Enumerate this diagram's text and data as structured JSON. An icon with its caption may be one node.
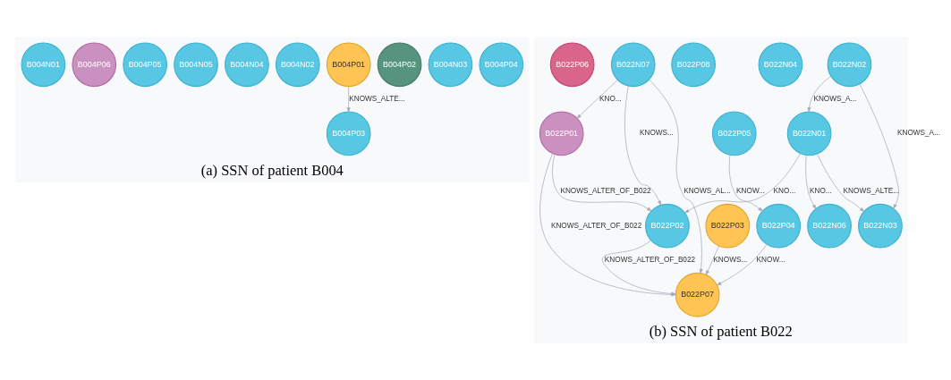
{
  "diagram": {
    "nodes": [
      {
        "text": [
          "(a) SSN of patient B004"
        ]
      },
      {
        "text": [
          "B004P04"
        ],
        "in": 0
      },
      {
        "text": [
          "B004N03"
        ],
        "in": 0
      },
      {
        "text": [
          "B004P02"
        ],
        "in": 0
      },
      {
        "text": [
          "B004P01"
        ],
        "in": 0
      },
      {
        "text": [
          "B004N02"
        ],
        "in": 0
      },
      {
        "text": [
          "B004N04"
        ],
        "in": 0
      },
      {
        "text": [
          "B004N05"
        ],
        "in": 0
      },
      {
        "text": [
          "B004P03"
        ],
        "in": 0
      },
      {
        "text": [
          "B004P05"
        ],
        "in": 0
      },
      {
        "text": [
          "B004P06"
        ],
        "in": 0
      },
      {
        "text": [
          "B004N01"
        ],
        "in": 0
      },
      {
        "text": [
          "(b) SSN of patient B022"
        ]
      },
      {
        "text": [
          "B022N03"
        ],
        "in": 12
      },
      {
        "text": [
          "B022N02"
        ],
        "in": 12
      },
      {
        "text": [
          "B022N01"
        ],
        "in": 12
      },
      {
        "text": [
          "B022N06"
        ],
        "in": 12
      },
      {
        "text": [
          "B022P05"
        ],
        "in": 12
      },
      {
        "text": [
          "B022N04"
        ],
        "in": 12
      },
      {
        "text": [
          "B022P03"
        ],
        "in": 12
      },
      {
        "text": [
          "B022P04"
        ],
        "in": 12
      },
      {
        "text": [
          "B022P02"
        ],
        "in": 12
      },
      {
        "text": [
          "B022P08"
        ],
        "in": 12
      },
      {
        "text": [
          "B022N07"
        ],
        "in": 12
      },
      {
        "text": [
          "B022P07"
        ],
        "in": 12
      },
      {
        "text": [
          "B022P06"
        ],
        "in": 12
      },
      {
        "text": [
          "B022P01"
        ],
        "in": 12
      }
    ],
    "edges": [
      {
        "from": 4,
        "to": 8,
        "arrow": "to",
        "label": "KNOWS_ALTE..."
      },
      {
        "from": 15,
        "to": 13,
        "arrow": "to",
        "label": "KNOWS_ALTE..."
      },
      {
        "from": 14,
        "to": 13,
        "arrow": "to",
        "label": "KNOWS_A..."
      },
      {
        "from": 14,
        "to": 15,
        "arrow": "to",
        "label": "KNOWS_A..."
      },
      {
        "from": 15,
        "to": 16,
        "arrow": "to",
        "label": "KNO..."
      },
      {
        "from": 15,
        "to": 21,
        "arrow": "to",
        "label": "KNO..."
      },
      {
        "from": 17,
        "to": 20,
        "arrow": "to",
        "label": "KNOW..."
      },
      {
        "from": 20,
        "to": 24,
        "arrow": "to",
        "label": "KNOW..."
      },
      {
        "from": 19,
        "to": 24,
        "arrow": "to",
        "label": "KNOWS..."
      },
      {
        "from": 21,
        "to": 24,
        "arrow": "to",
        "label": "KNOWS_ALTER_OF_B022"
      },
      {
        "from": 23,
        "to": 21,
        "arrow": "to",
        "label": "KNOWS..."
      },
      {
        "from": 23,
        "to": 24,
        "arrow": "to",
        "label": "KNOWS_AL..."
      },
      {
        "from": 23,
        "to": 26,
        "arrow": "to",
        "label": "KNO..."
      },
      {
        "from": 26,
        "to": 21,
        "arrow": "to",
        "label": "KNOWS_ALTER_OF_B022"
      },
      {
        "from": 26,
        "to": 24,
        "arrow": "to",
        "label": "KNOWS_ALTER_OF_B022"
      }
    ]
  }
}
